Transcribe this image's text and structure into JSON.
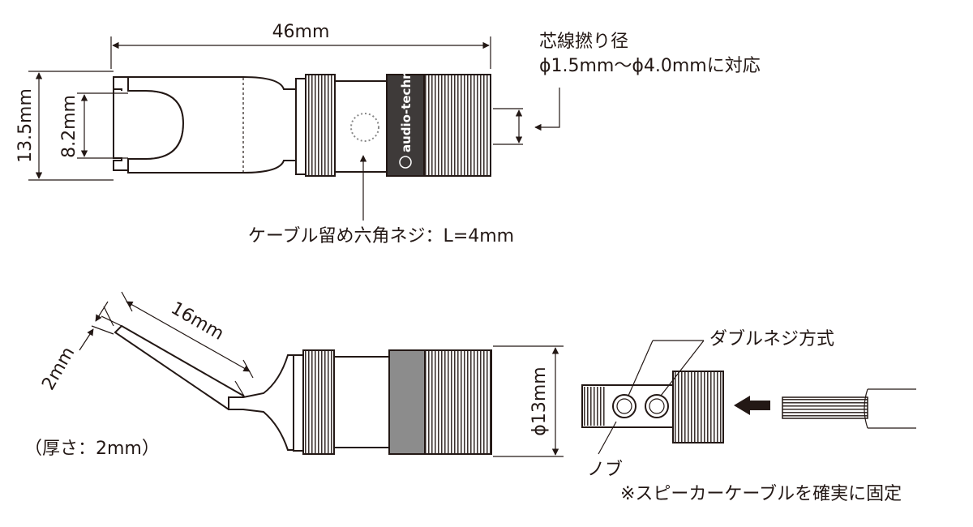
{
  "top_view": {
    "length_dim": "46mm",
    "height_dim": "13.5mm",
    "slot_dim": "8.2mm",
    "brand_text": "audio-technica",
    "wire_note_line1": "芯線撚り径",
    "wire_note_line2": "ϕ1.5mm～ϕ4.0mmに対応",
    "screw_note": "ケーブル留め六角ネジ：L=4mm"
  },
  "side_view": {
    "blade_length_dim": "16mm",
    "blade_gap_dim": "2mm",
    "diameter_dim": "ϕ13mm",
    "thickness_note": "（厚さ：2mm）"
  },
  "detail_view": {
    "double_screw_label": "ダブルネジ方式",
    "knob_label": "ノブ",
    "footnote": "※スピーカーケーブルを確実に固定"
  },
  "colors": {
    "ink": "#231815",
    "metal_dark": "#3e3a39",
    "metal_band": "#8c8c8c",
    "hatch": "#595757"
  }
}
